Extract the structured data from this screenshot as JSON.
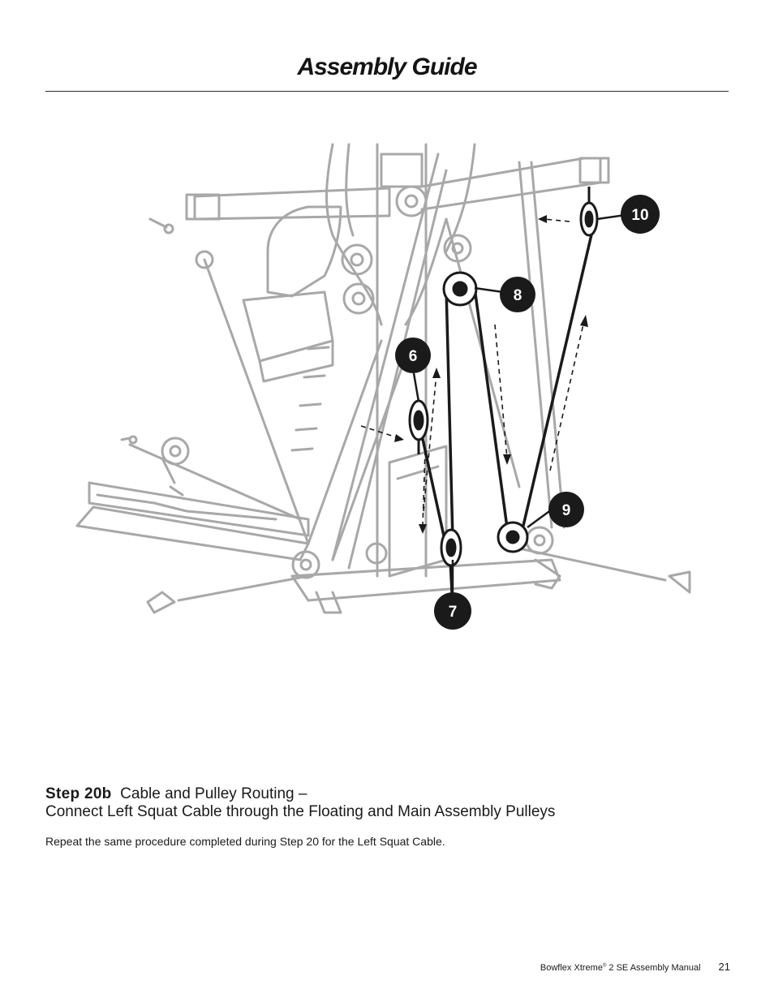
{
  "header": {
    "title": "Assembly Guide"
  },
  "diagram": {
    "callouts": [
      "10",
      "8",
      "6",
      "9",
      "7"
    ],
    "colors": {
      "frame": "#a8a8a8",
      "cable": "#1a1a1a",
      "callout_fill": "#1a1a1a",
      "callout_text": "#ffffff"
    }
  },
  "step": {
    "label": "Step 20b",
    "title_line1": "Cable and Pulley Routing –",
    "title_line2": "Connect Left Squat Cable through the Floating and Main Assembly Pulleys",
    "body": "Repeat the same procedure completed during Step 20 for the Left Squat Cable."
  },
  "footer": {
    "brand": "Bowflex Xtreme",
    "reg_mark": "®",
    "manual": " 2 SE Assembly Manual",
    "page": "21"
  }
}
